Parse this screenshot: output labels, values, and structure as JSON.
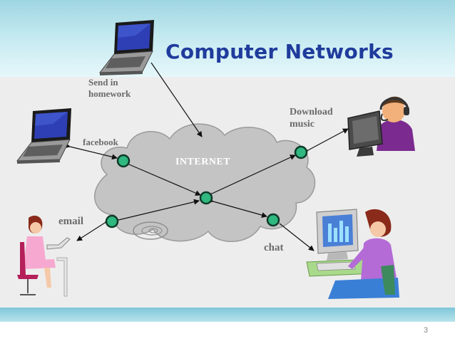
{
  "slide": {
    "title": "Computer Networks",
    "page_number": "3"
  },
  "network": {
    "hub_label": "INTERNET",
    "endpoints": {
      "send_homework": "Send in\nhomework",
      "facebook": "facebook",
      "download_music": "Download\nmusic",
      "email": "email",
      "chat": "chat"
    }
  },
  "colors": {
    "title": "#1f3b9c",
    "label": "#6b6b6b",
    "cloud_fill": "#c4c4c4",
    "node_fill": "#2fb87f",
    "header_band": "#9fd6e2",
    "footer_band": "#7fc6d8"
  },
  "icons": [
    "laptop-icon",
    "person-headset-icon",
    "person-laptop-icon",
    "person-computer-icon",
    "cloud-icon"
  ]
}
